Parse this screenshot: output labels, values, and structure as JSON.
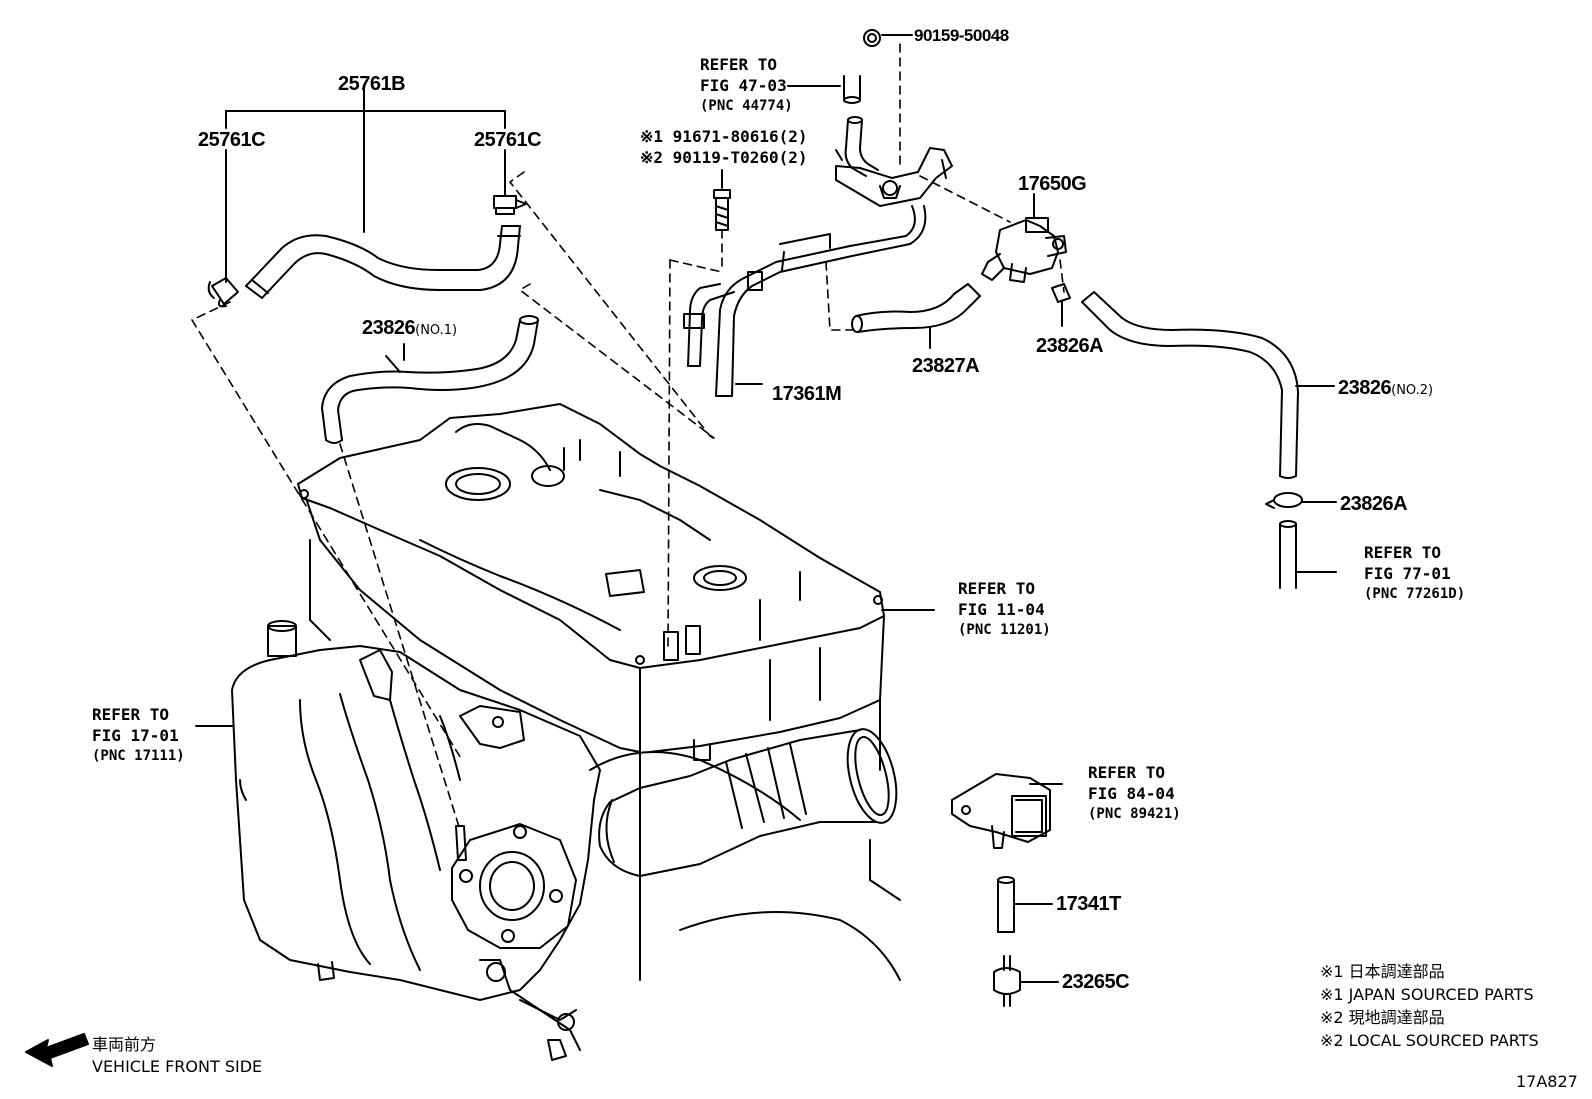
{
  "diagram_id": "17A827",
  "parts": {
    "p25761B": "25761B",
    "p25761C_left": "25761C",
    "p25761C_right": "25761C",
    "p23826_no1": "23826",
    "p23826_no1_sub": "(NO.1)",
    "p17361M": "17361M",
    "p23827A": "23827A",
    "p23826A_top": "23826A",
    "p23826_no2": "23826",
    "p23826_no2_sub": "(NO.2)",
    "p23826A_right": "23826A",
    "p17650G": "17650G",
    "p90159": "90159-50048",
    "p17341T": "17341T",
    "p23265C": "23265C"
  },
  "bolts": {
    "line1": "※1 91671-80616(2)",
    "line2": "※2 90119-T0260(2)"
  },
  "refs": {
    "fig47": {
      "l1": "REFER TO",
      "l2": "FIG 47-03",
      "l3": "(PNC 44774)"
    },
    "fig11": {
      "l1": "REFER TO",
      "l2": "FIG 11-04",
      "l3": "(PNC 11201)"
    },
    "fig17": {
      "l1": "REFER TO",
      "l2": "FIG 17-01",
      "l3": "(PNC 17111)"
    },
    "fig77": {
      "l1": "REFER TO",
      "l2": "FIG 77-01",
      "l3": "(PNC 77261D)"
    },
    "fig84": {
      "l1": "REFER TO",
      "l2": "FIG 84-04",
      "l3": "(PNC 89421)"
    }
  },
  "notes": {
    "n1": "※1 日本調達部品",
    "n2": "※1 JAPAN SOURCED PARTS",
    "n3": "※2 現地調達部品",
    "n4": "※2 LOCAL SOURCED PARTS"
  },
  "front": {
    "jp": "車両前方",
    "en": "VEHICLE FRONT SIDE"
  }
}
